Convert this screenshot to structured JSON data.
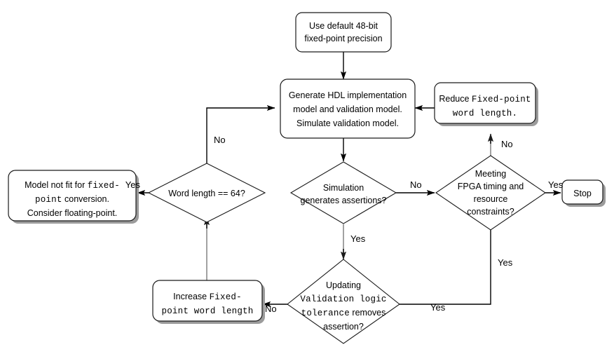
{
  "diagram": {
    "title": "Fixed-point conversion and HDL validation workflow",
    "colors": {
      "stroke": "#1a1a1a",
      "connector": "#000000",
      "connector_grey": "#8a8a8a",
      "shadow": "#9b9b9b",
      "background": "#ffffff"
    },
    "nodes": [
      {
        "id": "use-default",
        "type": "process",
        "lines": [
          [
            {
              "t": "Use default 48-bit",
              "m": false
            }
          ],
          [
            {
              "t": "fixed-point precision",
              "m": false
            }
          ]
        ]
      },
      {
        "id": "generate-hdl",
        "type": "process",
        "lines": [
          [
            {
              "t": "Generate HDL implementation",
              "m": false
            }
          ],
          [
            {
              "t": "model and validation model.",
              "m": false
            }
          ],
          [
            {
              "t": "Simulate validation model.",
              "m": false
            }
          ]
        ]
      },
      {
        "id": "reduce-word-length",
        "type": "process",
        "lines": [
          [
            {
              "t": "Reduce ",
              "m": false
            },
            {
              "t": "Fixed-point",
              "m": true
            }
          ],
          [
            {
              "t": "word length.",
              "m": true
            }
          ]
        ]
      },
      {
        "id": "model-not-fit",
        "type": "process",
        "lines": [
          [
            {
              "t": "Model not fit for ",
              "m": false
            },
            {
              "t": "fixed-",
              "m": true
            }
          ],
          [
            {
              "t": "point",
              "m": true
            },
            {
              "t": " conversion.",
              "m": false
            }
          ],
          [
            {
              "t": "Consider floating-point.",
              "m": false
            }
          ]
        ]
      },
      {
        "id": "increase-word-length",
        "type": "process",
        "lines": [
          [
            {
              "t": "Increase ",
              "m": false
            },
            {
              "t": "Fixed-",
              "m": true
            }
          ],
          [
            {
              "t": "point word length",
              "m": true
            }
          ]
        ]
      },
      {
        "id": "stop",
        "type": "terminator",
        "lines": [
          [
            {
              "t": "Stop",
              "m": false
            }
          ]
        ]
      },
      {
        "id": "word-length-64",
        "type": "decision",
        "lines": [
          [
            {
              "t": "Word length == 64?",
              "m": false
            }
          ]
        ]
      },
      {
        "id": "simulation-assertions",
        "type": "decision",
        "lines": [
          [
            {
              "t": "Simulation",
              "m": false
            }
          ],
          [
            {
              "t": "generates assertions?",
              "m": false
            }
          ]
        ]
      },
      {
        "id": "fpga-constraints",
        "type": "decision",
        "lines": [
          [
            {
              "t": "Meeting",
              "m": false
            }
          ],
          [
            {
              "t": "FPGA timing and",
              "m": false
            }
          ],
          [
            {
              "t": "resource",
              "m": false
            }
          ],
          [
            {
              "t": "constraints?",
              "m": false
            }
          ]
        ]
      },
      {
        "id": "updating-tolerance",
        "type": "decision",
        "lines": [
          [
            {
              "t": "Updating",
              "m": false
            }
          ],
          [
            {
              "t": "Validation logic",
              "m": true
            }
          ],
          [
            {
              "t": "tolerance",
              "m": true
            },
            {
              "t": " removes",
              "m": false
            }
          ],
          [
            {
              "t": "assertion?",
              "m": false
            }
          ]
        ]
      }
    ],
    "edge_labels": [
      {
        "id": "no-word-length-to-generate",
        "text": "No"
      },
      {
        "id": "no-fpga-to-reduce",
        "text": "No"
      },
      {
        "id": "yes-word-length-to-not-fit",
        "text": "Yes"
      },
      {
        "id": "no-simulation-to-fpga",
        "text": "No"
      },
      {
        "id": "yes-fpga-to-stop",
        "text": "Yes"
      },
      {
        "id": "yes-simulation-to-updating",
        "text": "Yes"
      },
      {
        "id": "yes-updating-to-fpga-vertical",
        "text": "Yes"
      },
      {
        "id": "yes-updating-to-fpga-horizontal",
        "text": "Yes"
      },
      {
        "id": "no-updating-to-increase",
        "text": "No"
      }
    ]
  }
}
